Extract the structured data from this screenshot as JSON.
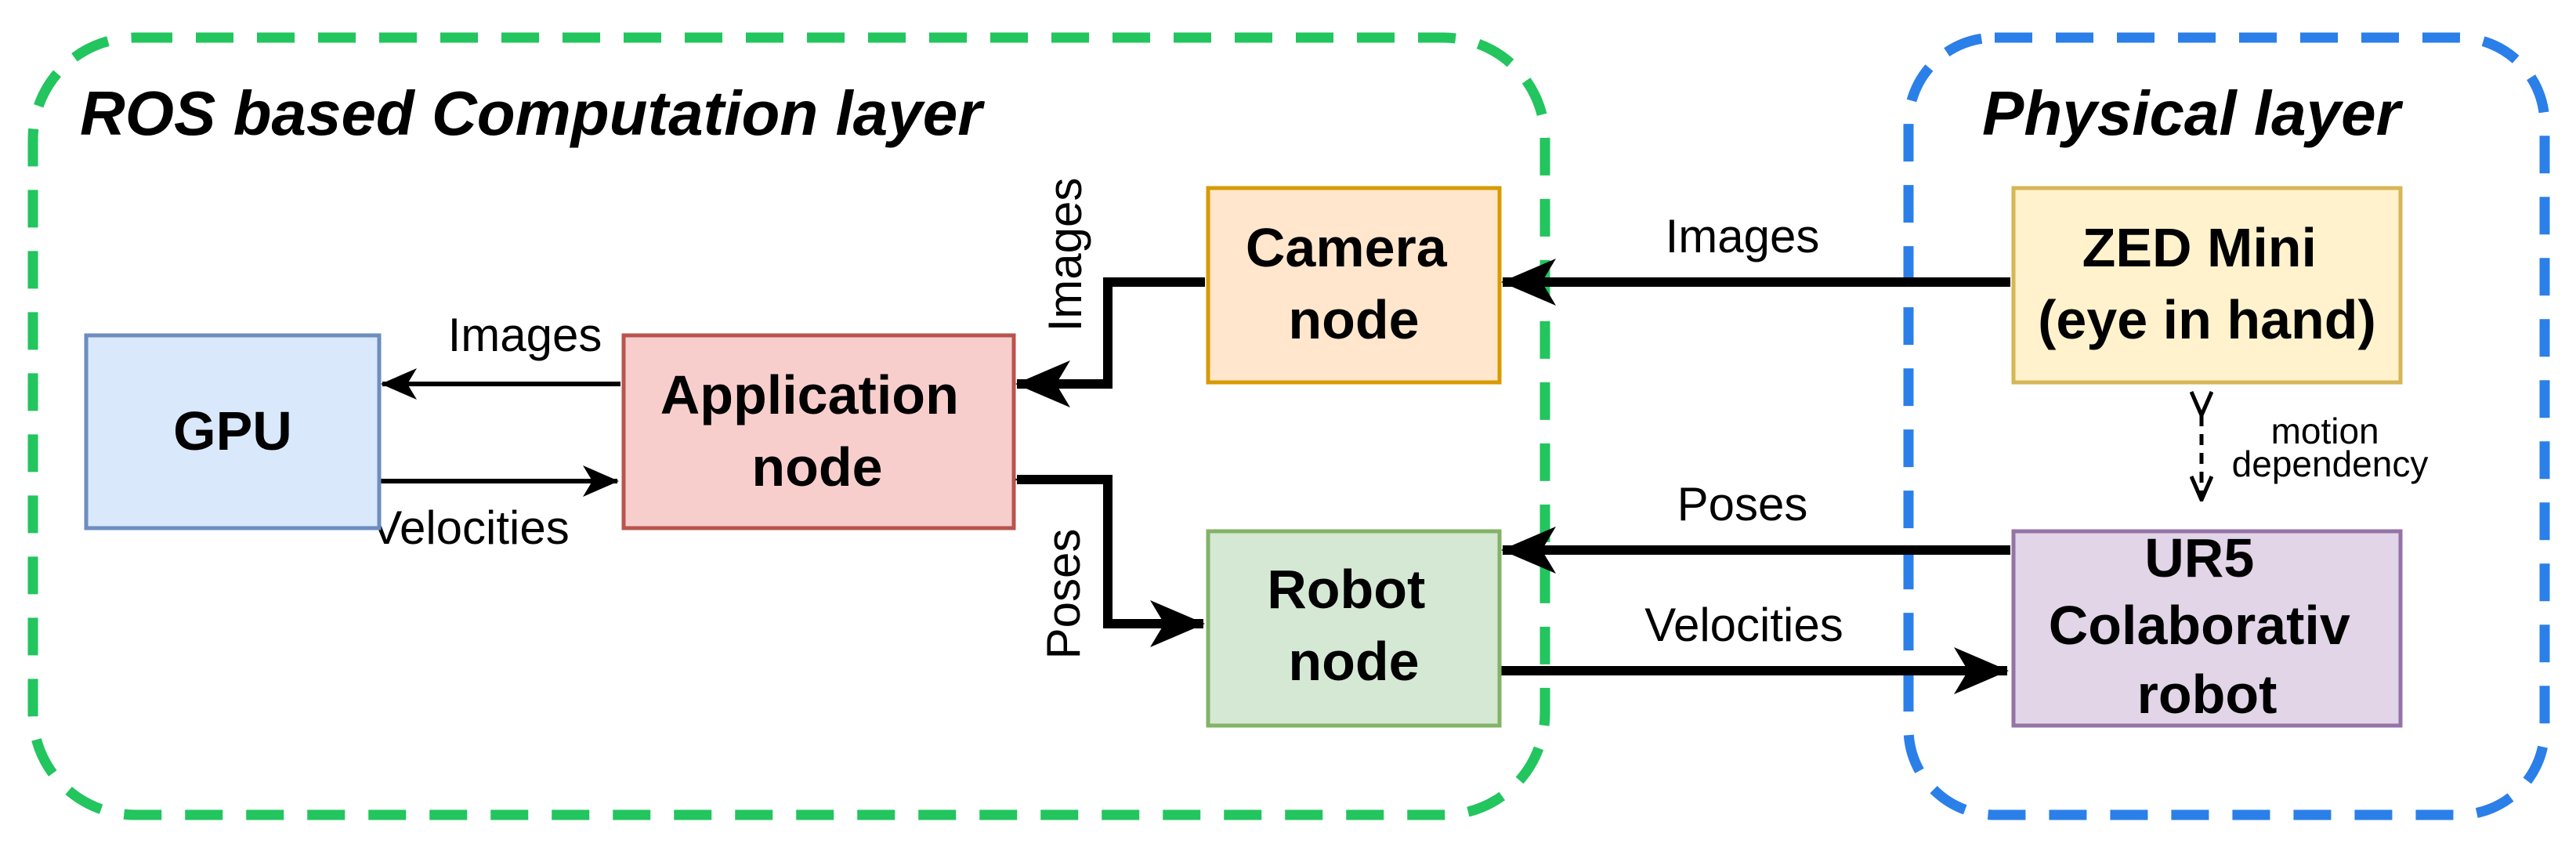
{
  "layers": {
    "computation": {
      "title": "ROS based Computation layer",
      "color": "#22c55e"
    },
    "physical": {
      "title": "Physical layer",
      "color": "#2b7fe8"
    }
  },
  "nodes": {
    "gpu": {
      "lines": [
        "GPU"
      ],
      "fill": "#dae8fc",
      "stroke": "#6c8ebf"
    },
    "application": {
      "lines": [
        "Application",
        "node"
      ],
      "fill": "#f8cecc",
      "stroke": "#b85450"
    },
    "camera": {
      "lines": [
        "Camera",
        "node"
      ],
      "fill": "#ffe6cc",
      "stroke": "#d79b00"
    },
    "robot": {
      "lines": [
        "Robot",
        "node"
      ],
      "fill": "#d5e8d4",
      "stroke": "#82b366"
    },
    "zed": {
      "lines": [
        "ZED Mini",
        "(eye in hand)"
      ],
      "fill": "#fff2cc",
      "stroke": "#d6b656"
    },
    "ur5": {
      "lines": [
        "UR5",
        "Colaborativ",
        "robot"
      ],
      "fill": "#e1d5e7",
      "stroke": "#9673a6"
    }
  },
  "edges": {
    "app_to_gpu": "Images",
    "gpu_to_app": "Velocities",
    "camera_to_app": "Images",
    "robot_app": "Poses",
    "zed_to_camera": "Images",
    "ur5_to_robot": "Poses",
    "robot_to_ur5": "Velocities",
    "motion": [
      "motion",
      "dependency"
    ]
  }
}
